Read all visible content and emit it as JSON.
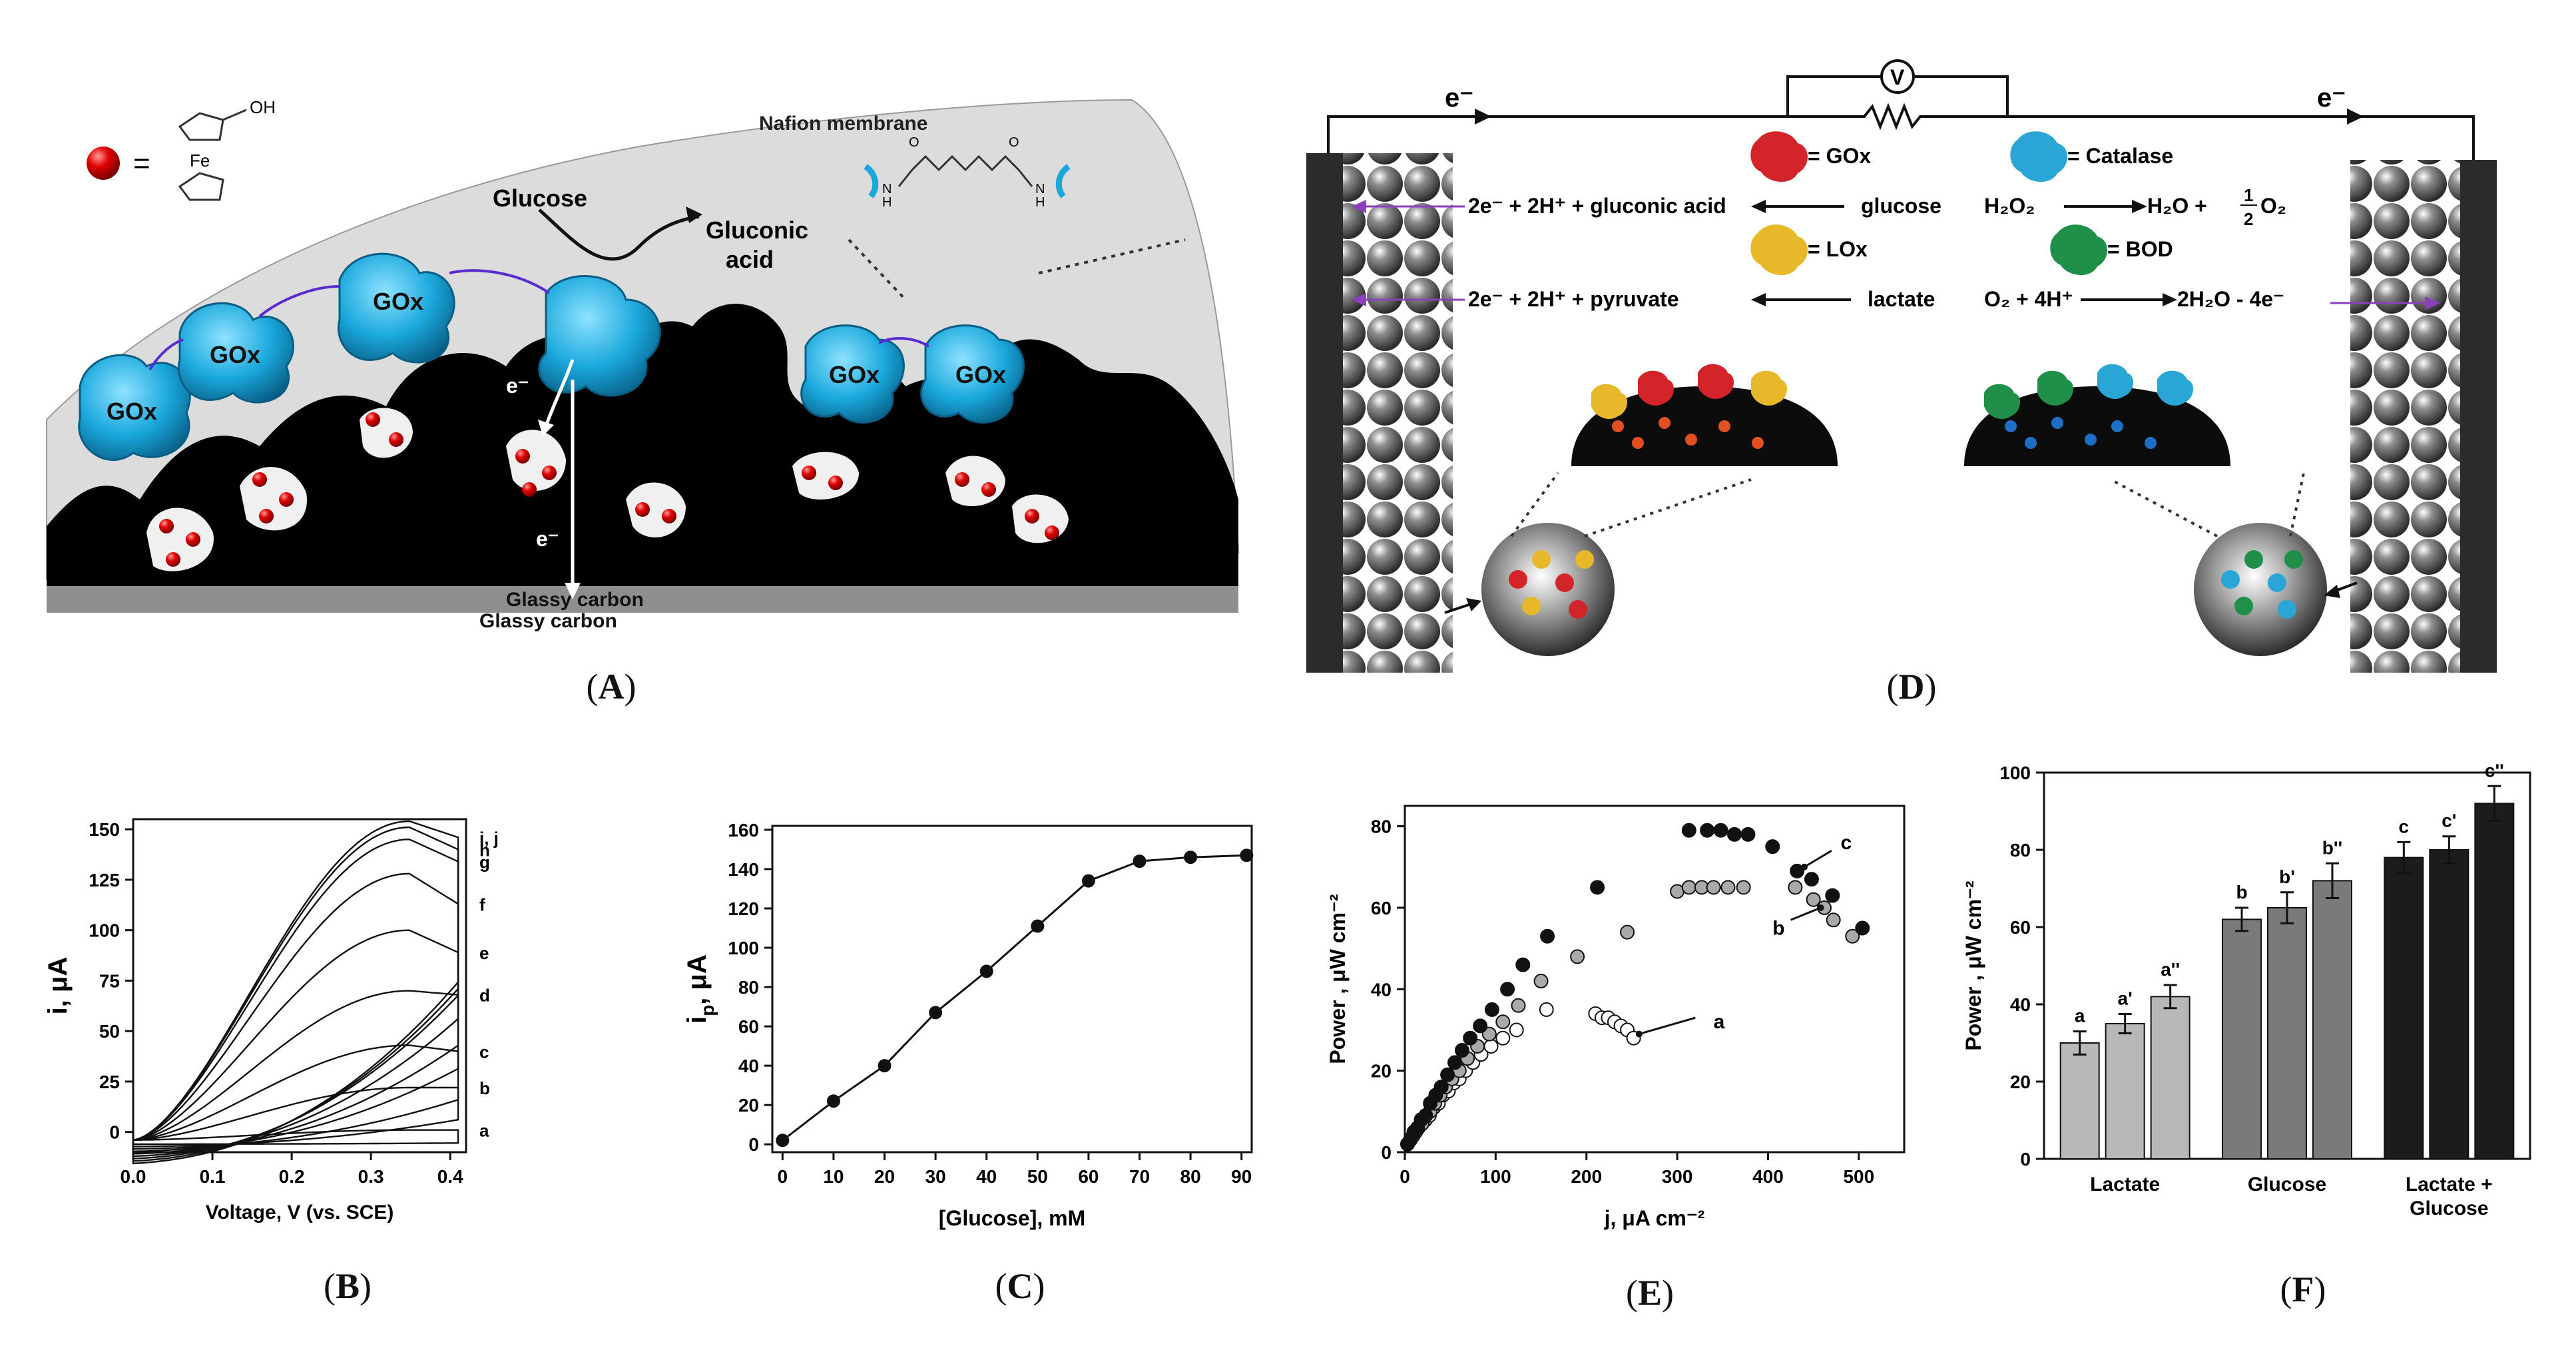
{
  "panel_labels": {
    "A": {
      "open": "(",
      "letter": "A",
      "close": ")"
    },
    "B": {
      "open": "(",
      "letter": "B",
      "close": ")"
    },
    "C": {
      "open": "(",
      "letter": "C",
      "close": ")"
    },
    "D": {
      "open": "(",
      "letter": "D",
      "close": ")"
    },
    "E": {
      "open": "(",
      "letter": "E",
      "close": ")"
    },
    "F": {
      "open": "(",
      "letter": "F",
      "close": ")"
    }
  },
  "panel_a": {
    "membrane": "Nafion membrane",
    "substrate": "Glassy carbon",
    "glucose": "Glucose",
    "gluconic_1": "Gluconic",
    "gluconic_2": "acid",
    "enzyme": "GOx",
    "electron": "e⁻",
    "equals": "=",
    "fe": "Fe",
    "oh": "OH",
    "nh": "H",
    "n": "N",
    "o": "O"
  },
  "panel_d": {
    "electron": "e⁻",
    "voltmeter": "V",
    "legend_gox": "= GOx",
    "legend_catalase": "= Catalase",
    "legend_lox": "= LOx",
    "legend_bod": "= BOD",
    "rxn1_left": "2e⁻ + 2H⁺ + gluconic acid",
    "rxn1_right": "glucose",
    "rxn2_left": "H₂O₂",
    "rxn2_right": "H₂O +",
    "rxn2_half_num": "1",
    "rxn2_half_den": "2",
    "rxn2_o2": "O₂",
    "rxn3_left": "2e⁻ + 2H⁺ + pyruvate",
    "rxn3_right": "lactate",
    "rxn4_left": "O₂ + 4H⁺",
    "rxn4_right": "2H₂O - 4e⁻"
  },
  "chart_data": [
    {
      "panel": "B",
      "type": "line",
      "xlabel": "Voltage, V (vs. SCE)",
      "ylabel": "i, μA",
      "xlim": [
        0.0,
        0.42
      ],
      "ylim": [
        -10,
        155
      ],
      "xticks": [
        "0.0",
        "0.1",
        "0.2",
        "0.3",
        "0.4"
      ],
      "yticks": [
        "0",
        "25",
        "50",
        "75",
        "100",
        "125",
        "150"
      ],
      "series": [
        {
          "name": "a",
          "peak": 1,
          "end": 1
        },
        {
          "name": "b",
          "peak": 22,
          "end": 22
        },
        {
          "name": "c",
          "peak": 43,
          "end": 40
        },
        {
          "name": "d",
          "peak": 70,
          "end": 68
        },
        {
          "name": "e",
          "peak": 100,
          "end": 89
        },
        {
          "name": "f",
          "peak": 128,
          "end": 113
        },
        {
          "name": "g",
          "peak": 145,
          "end": 134
        },
        {
          "name": "h",
          "peak": 151,
          "end": 140
        },
        {
          "name": "i, j",
          "peak": 154,
          "end": 146
        }
      ]
    },
    {
      "panel": "C",
      "type": "line",
      "xlabel": "[Glucose], mM",
      "ylabel_main": "i",
      "ylabel_sub": "p",
      "ylabel_unit": ", μA",
      "xlim": [
        -2,
        92
      ],
      "ylim": [
        -4,
        162
      ],
      "xticks": [
        "0",
        "10",
        "20",
        "30",
        "40",
        "50",
        "60",
        "70",
        "80",
        "90"
      ],
      "yticks": [
        "0",
        "20",
        "40",
        "60",
        "80",
        "100",
        "120",
        "140",
        "160"
      ],
      "x": [
        0,
        10,
        20,
        30,
        40,
        50,
        60,
        70,
        80,
        91
      ],
      "y": [
        2,
        22,
        40,
        67,
        88,
        111,
        134,
        144,
        146,
        147
      ]
    },
    {
      "panel": "E",
      "type": "scatter",
      "xlabel": "j, μA cm⁻²",
      "ylabel": "Power , μW cm⁻²",
      "xlim": [
        0,
        550
      ],
      "ylim": [
        0,
        85
      ],
      "xticks": [
        "0",
        "100",
        "200",
        "300",
        "400",
        "500"
      ],
      "yticks": [
        "0",
        "20",
        "40",
        "60",
        "80"
      ],
      "series": [
        {
          "name": "a",
          "fill": "#ffffff",
          "x": [
            3,
            6,
            9,
            12,
            15,
            19,
            23,
            27,
            32,
            37,
            42,
            48,
            54,
            60,
            67,
            75,
            84,
            95,
            108,
            123,
            156,
            210,
            217,
            224,
            231,
            238,
            245,
            252
          ],
          "y": [
            2,
            3,
            4,
            5,
            6,
            7,
            8,
            9,
            11,
            12,
            14,
            15,
            17,
            18,
            20,
            22,
            24,
            26,
            28,
            30,
            35,
            34,
            33,
            33,
            32,
            31,
            30,
            28
          ]
        },
        {
          "name": "b",
          "fill": "#a9a9a9",
          "x": [
            3,
            6,
            9,
            12,
            15,
            19,
            23,
            28,
            33,
            39,
            45,
            52,
            60,
            69,
            80,
            93,
            108,
            125,
            150,
            190,
            245,
            300,
            313,
            327,
            340,
            356,
            373,
            430,
            450,
            462,
            472,
            493
          ],
          "y": [
            2,
            3,
            4,
            5,
            6,
            7,
            9,
            10,
            12,
            14,
            16,
            18,
            20,
            23,
            26,
            29,
            32,
            36,
            42,
            48,
            54,
            64,
            65,
            65,
            65,
            65,
            65,
            65,
            62,
            60,
            57,
            53
          ]
        },
        {
          "name": "c",
          "fill": "#111111",
          "x": [
            3,
            6,
            10,
            14,
            18,
            23,
            28,
            34,
            40,
            47,
            55,
            63,
            72,
            83,
            96,
            113,
            130,
            157,
            212,
            313,
            333,
            348,
            363,
            378,
            405,
            432,
            448,
            471,
            504
          ],
          "y": [
            2,
            3,
            5,
            6,
            8,
            9,
            12,
            14,
            16,
            19,
            22,
            25,
            28,
            31,
            35,
            40,
            46,
            53,
            65,
            79,
            79,
            79,
            78,
            78,
            75,
            69,
            67,
            63,
            55
          ]
        }
      ],
      "annotations": [
        "a",
        "b",
        "c"
      ]
    },
    {
      "panel": "F",
      "type": "bar",
      "ylabel": "Power , μW cm⁻²",
      "ylim": [
        0,
        100
      ],
      "yticks": [
        "0",
        "20",
        "40",
        "60",
        "80",
        "100"
      ],
      "group_labels": [
        [
          "Lactate"
        ],
        [
          "Glucose"
        ],
        [
          "Lactate +",
          "Glucose"
        ]
      ],
      "bars": [
        {
          "label": "a",
          "value": 30,
          "err": 3,
          "color": "#b8b8b8"
        },
        {
          "label": "a'",
          "value": 35,
          "err": 2.5,
          "color": "#b8b8b8"
        },
        {
          "label": "a''",
          "value": 42,
          "err": 3,
          "color": "#b8b8b8"
        },
        {
          "label": "b",
          "value": 62,
          "err": 3,
          "color": "#7a7a7a"
        },
        {
          "label": "b'",
          "value": 65,
          "err": 4,
          "color": "#7a7a7a"
        },
        {
          "label": "b''",
          "value": 72,
          "err": 4.5,
          "color": "#7a7a7a"
        },
        {
          "label": "c",
          "value": 78,
          "err": 4,
          "color": "#1c1c1c"
        },
        {
          "label": "c'",
          "value": 80,
          "err": 3.5,
          "color": "#1c1c1c"
        },
        {
          "label": "c''",
          "value": 92,
          "err": 4.5,
          "color": "#1c1c1c"
        }
      ]
    }
  ]
}
